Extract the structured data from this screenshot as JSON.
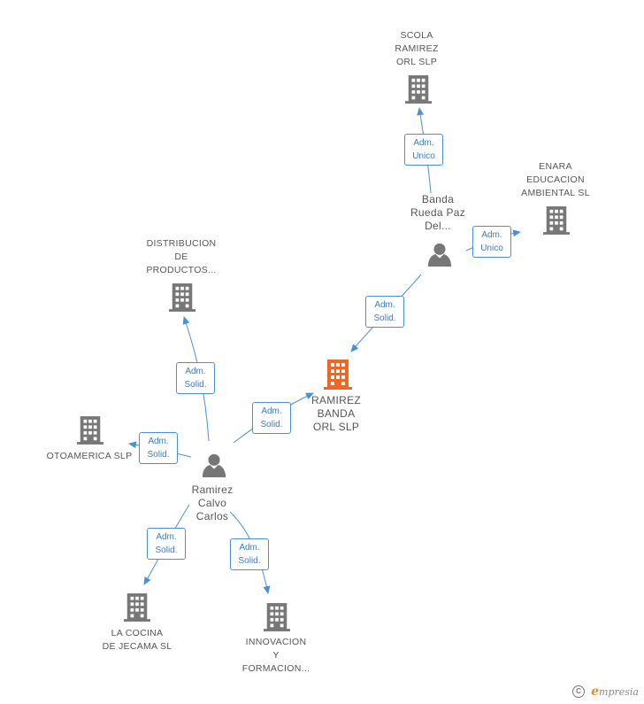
{
  "companies": {
    "scola": [
      "SCOLA",
      "RAMIREZ",
      "ORL SLP"
    ],
    "enara": [
      "ENARA",
      "EDUCACION",
      "AMBIENTAL SL"
    ],
    "distribucion": [
      "DISTRIBUCION",
      "DE",
      "PRODUCTOS..."
    ],
    "otoamerica": [
      "OTOAMERICA SLP"
    ],
    "ramirez_banda": [
      "RAMIREZ",
      "BANDA",
      "ORL SLP"
    ],
    "la_cocina": [
      "LA COCINA",
      "DE JECAMA SL"
    ],
    "innovacion": [
      "INNOVACION",
      "Y",
      "FORMACION..."
    ]
  },
  "people": {
    "banda": [
      "Banda",
      "Rueda Paz",
      "Del..."
    ],
    "ramirez_calvo": [
      "Ramirez",
      "Calvo",
      "Carlos"
    ]
  },
  "edges": {
    "banda_scola": [
      "Adm.",
      "Unico"
    ],
    "banda_enara": [
      "Adm.",
      "Unico"
    ],
    "banda_ramirez_banda": [
      "Adm.",
      "Solid."
    ],
    "carlos_distribucion": [
      "Adm.",
      "Solid."
    ],
    "carlos_ramirez_banda": [
      "Adm.",
      "Solid."
    ],
    "carlos_otoamerica": [
      "Adm.",
      "Solid."
    ],
    "carlos_la_cocina": [
      "Adm.",
      "Solid."
    ],
    "carlos_innovacion": [
      "Adm.",
      "Solid."
    ]
  },
  "colors": {
    "building_default": "#777777",
    "building_focus": "#f26522",
    "person": "#777777",
    "edge_line": "#4a90d9"
  },
  "footer": {
    "copyright_symbol": "C",
    "brand_initial": "e",
    "brand_rest": "mpresia"
  }
}
